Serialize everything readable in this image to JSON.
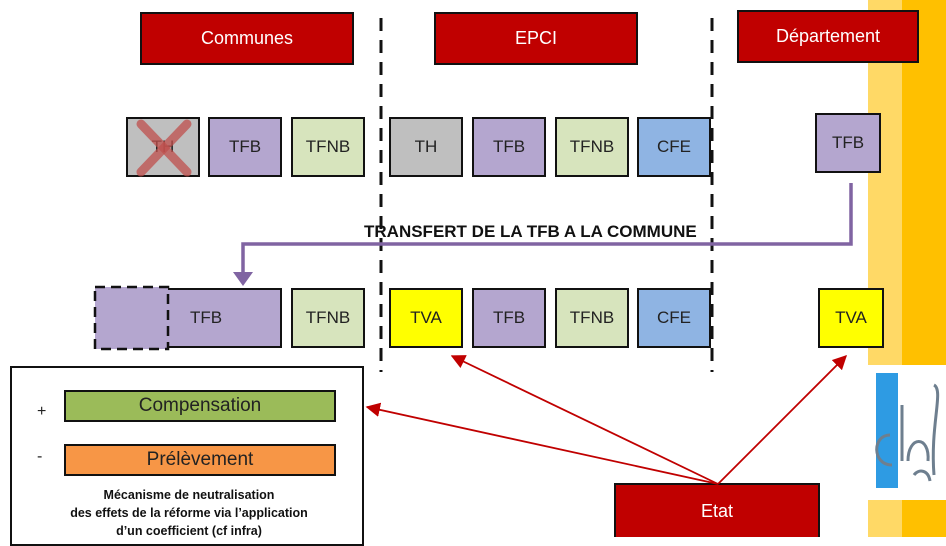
{
  "headers": {
    "communes": "Communes",
    "epci": "EPCI",
    "departement": "Département"
  },
  "row_before": {
    "communes": [
      "TH",
      "TFB",
      "TFNB"
    ],
    "epci": [
      "TH",
      "TFB",
      "TFNB",
      "CFE"
    ],
    "departement": [
      "TFB"
    ]
  },
  "transfer_label": "TRANSFERT DE LA TFB A LA COMMUNE",
  "row_after": {
    "communes": [
      "TFB",
      "TFNB"
    ],
    "epci": [
      "TVA",
      "TFB",
      "TFNB",
      "CFE"
    ],
    "departement": [
      "TVA"
    ]
  },
  "legend": {
    "plus": "+",
    "minus": "-",
    "compensation": "Compensation",
    "prelevement": "Prélèvement",
    "note_lines": [
      "Mécanisme de neutralisation",
      "des effets de la réforme via l’application",
      "d’un coefficient (cf infra)"
    ]
  },
  "etat": "Etat",
  "colors": {
    "header_red": "#c00000",
    "th_gray": "#bfbfbf",
    "tfb_purple": "#b4a6cf",
    "tfnb_green": "#d7e4bd",
    "cfe_blue": "#8fb4e3",
    "tva_yellow": "#ffff00",
    "compensation_green": "#9bbb59",
    "prelevement_orange": "#f79646",
    "arrow_red": "#c00000",
    "arrow_purple": "#8064a2"
  },
  "icons": [
    "cross-icon",
    "cnfpt-logo"
  ]
}
